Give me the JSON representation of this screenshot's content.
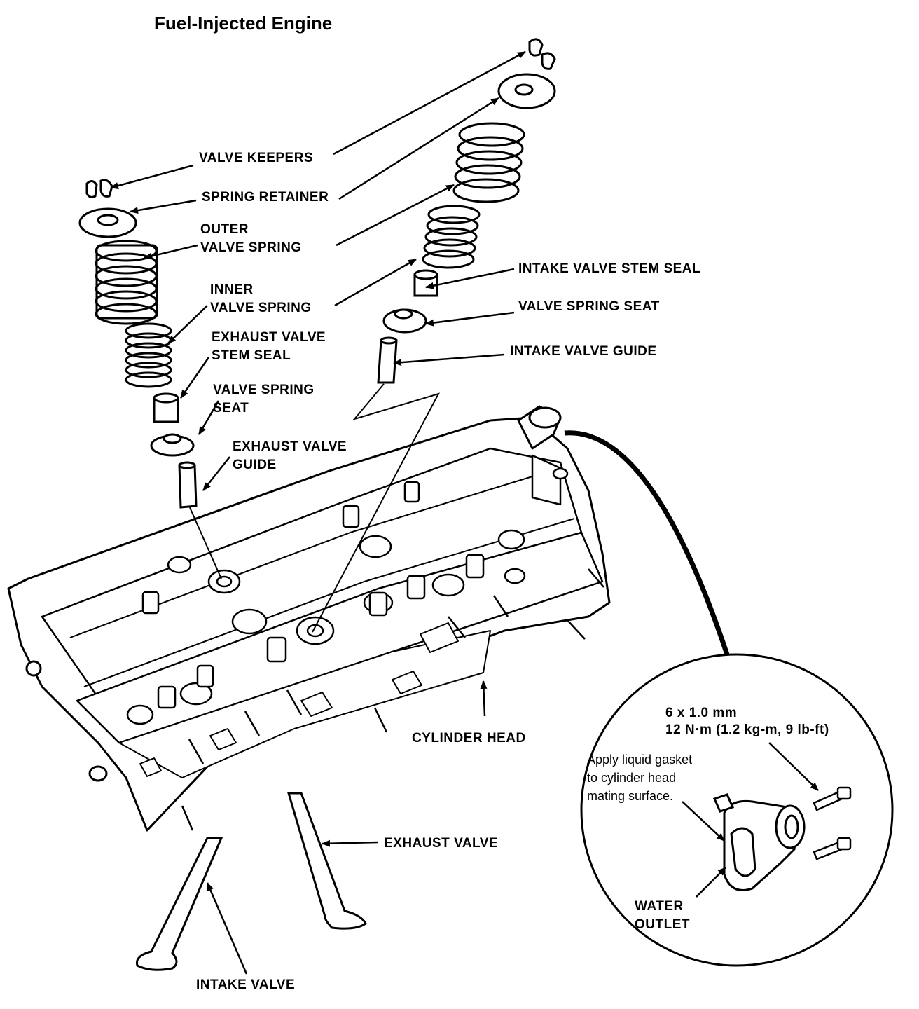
{
  "title": "Fuel-Injected Engine",
  "labels": {
    "valve_keepers": "VALVE KEEPERS",
    "spring_retainer": "SPRING RETAINER",
    "outer_valve_spring": [
      "OUTER",
      "VALVE SPRING"
    ],
    "inner_valve_spring": [
      "INNER",
      "VALVE SPRING"
    ],
    "exhaust_valve_stem_seal": [
      "EXHAUST VALVE",
      "STEM SEAL"
    ],
    "valve_spring_seat_left": [
      "VALVE SPRING",
      "SEAT"
    ],
    "exhaust_valve_guide": [
      "EXHAUST VALVE",
      "GUIDE"
    ],
    "intake_valve_stem_seal": "INTAKE VALVE STEM SEAL",
    "valve_spring_seat_right": "VALVE SPRING SEAT",
    "intake_valve_guide": "INTAKE VALVE GUIDE",
    "cylinder_head": "CYLINDER HEAD",
    "exhaust_valve": "EXHAUST VALVE",
    "intake_valve": "INTAKE VALVE"
  },
  "detail": {
    "bolt_spec": [
      "6 x 1.0 mm",
      "12 N·m (1.2 kg-m, 9 lb-ft)"
    ],
    "note": [
      "Apply liquid gasket",
      "to cylinder head",
      "mating surface."
    ],
    "water_outlet": [
      "WATER",
      "OUTLET"
    ]
  }
}
